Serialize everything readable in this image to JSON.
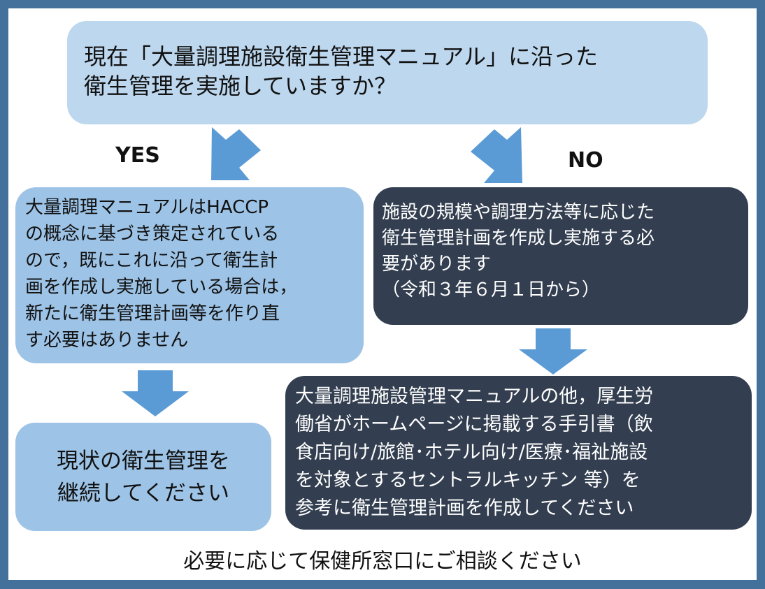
{
  "question": {
    "lines": [
      "現在「大量調理施設衛生管理マニュアル」に沿った",
      "衛生管理を実施していますか？"
    ]
  },
  "yes_label": "YES",
  "no_label": "NO",
  "yes_box": {
    "lines": [
      "大量調理マニュアルはHACCP",
      "の概念に基づき策定されている",
      "ので，既にこれに沿って衛生計",
      "画を作成し実施している場合は，",
      "新たに衛生管理計画等を作り直",
      "す必要はありません"
    ]
  },
  "no_box": {
    "lines": [
      "施設の規模や調理方法等に応じた",
      "衛生管理計画を作成し実施する必",
      "要があります",
      "（令和３年６月１日から）"
    ]
  },
  "continue_box": {
    "lines": [
      "現状の衛生管理を",
      "継続してください"
    ]
  },
  "reference_box": {
    "lines": [
      "大量調理施設管理マニュアルの他，厚生労",
      "働省がホームページに掲載する手引書（飲",
      "食店向け/旅館･ホテル向け/医療･福祉施設",
      "を対象とするセントラルキッチン 等）を",
      "参考に衛生管理計画を作成してください"
    ]
  },
  "footer": "必要に応じて保健所窓口にご相談ください",
  "colors": {
    "frame": "#44719c",
    "question_bg": "#bdd7ee",
    "yes_bg": "#9dc3e6",
    "no_bg": "#333f50",
    "arrow": "#5b9bd5"
  }
}
